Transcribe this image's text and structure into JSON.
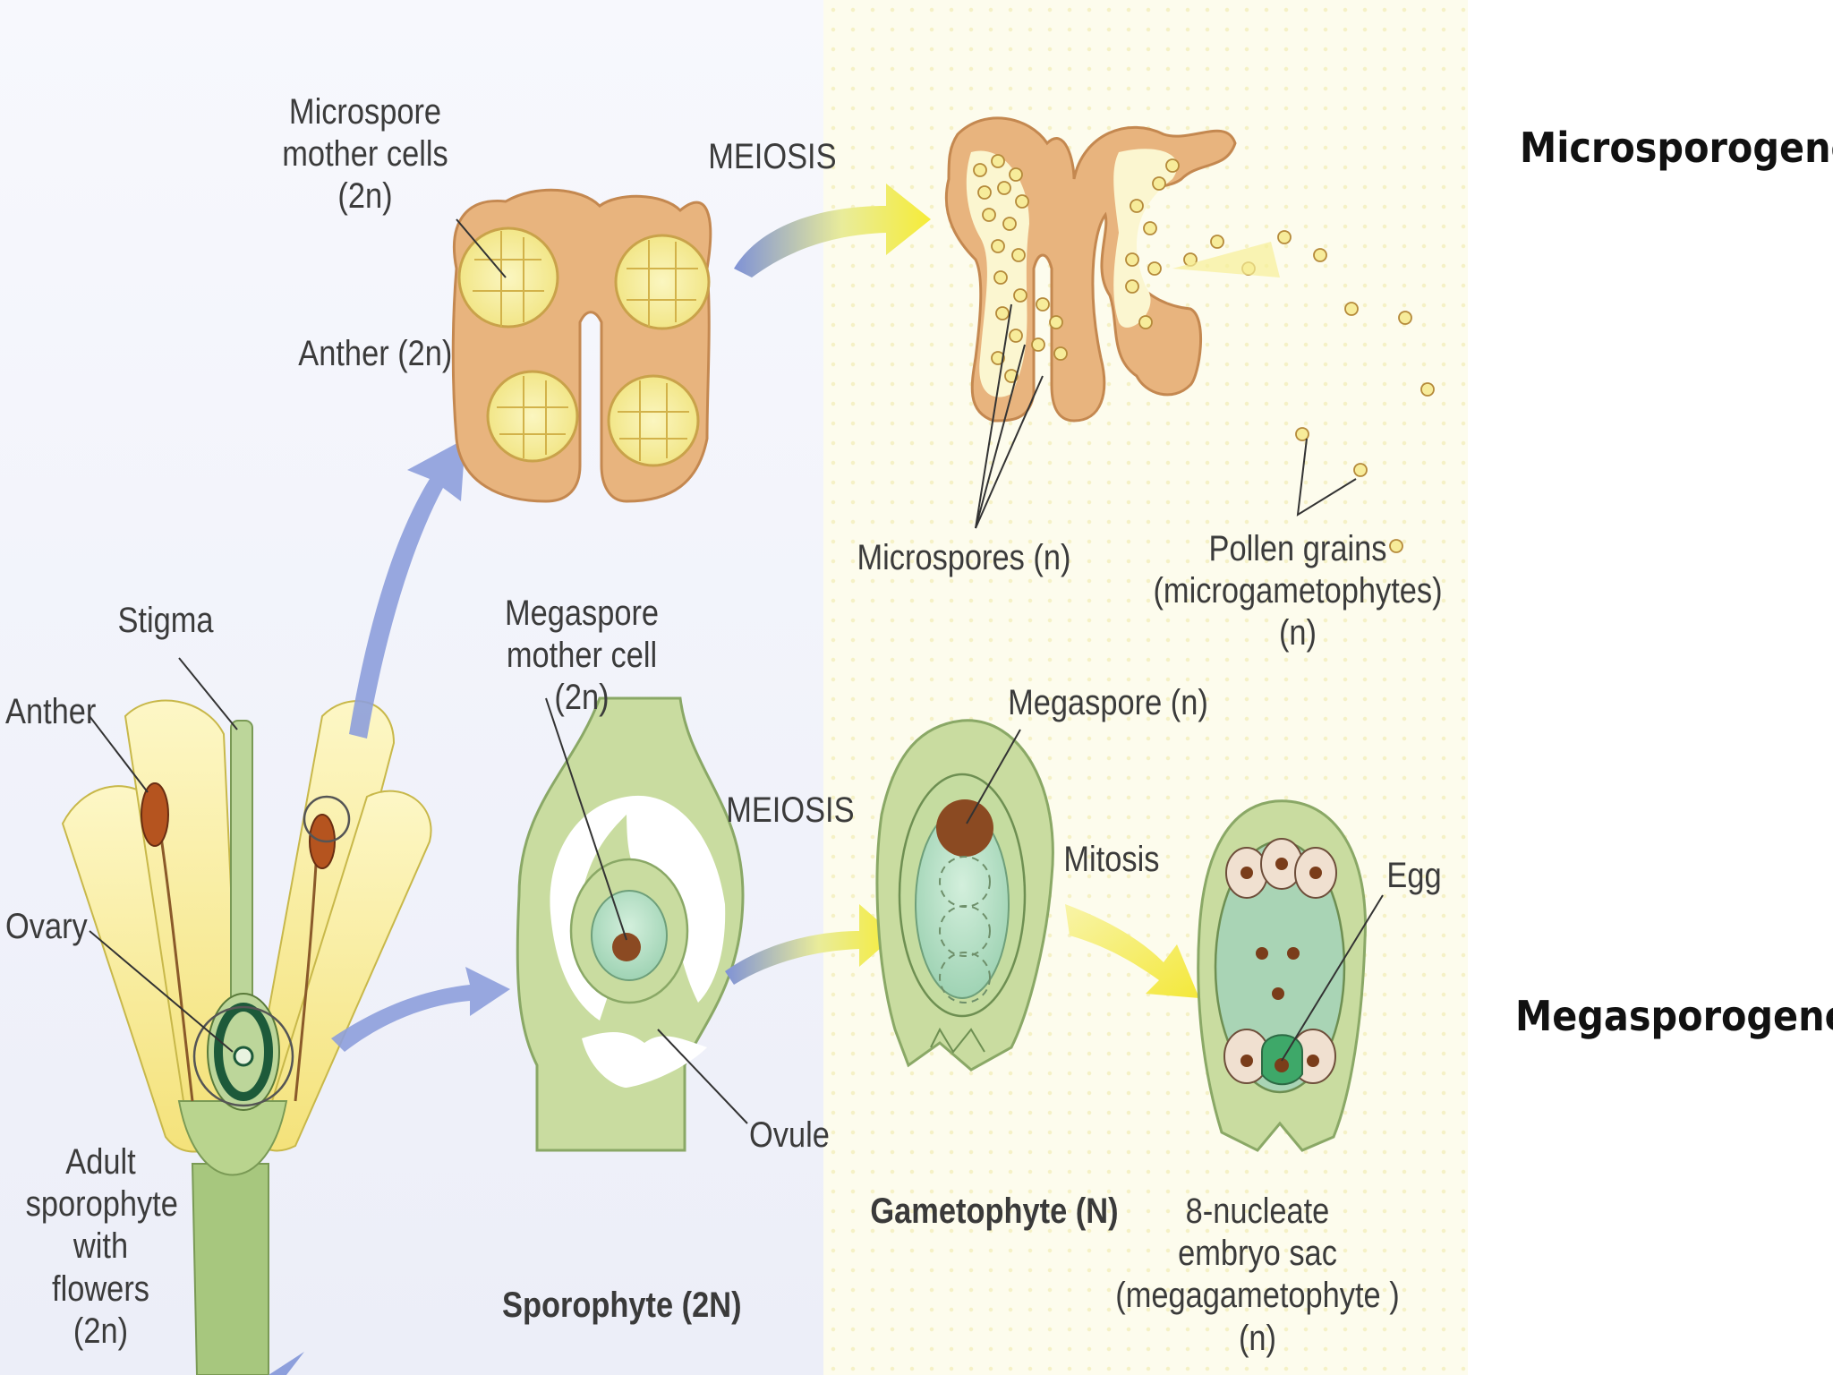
{
  "labels": {
    "microspore_mother_cells": "Microspore\nmother cells (2n)",
    "meiosis_top": "MEIOSIS",
    "anther_2n": "Anther (2n)",
    "microspores": "Microspores (n)",
    "pollen_grains": "Pollen grains\n(microgametophytes) (n)",
    "stigma": "Stigma",
    "anther": "Anther",
    "ovary": "Ovary",
    "adult_sporophyte": "Adult\nsporophyte\nwith flowers\n(2n)",
    "megaspore_mother_cell": "Megaspore\nmother cell (2n)",
    "megaspore": "Megaspore (n)",
    "meiosis_bottom": "MEIOSIS",
    "mitosis": "Mitosis",
    "egg": "Egg",
    "ovule": "Ovule",
    "gametophyte": "Gametophyte (N)",
    "sporophyte": "Sporophyte (2N)",
    "embryo_sac": "8-nucleate\nembryo sac\n(megagametophyte ) (n)"
  },
  "side_titles": {
    "micro": "Microsporogenesis",
    "mega": "Megasporogenesis"
  },
  "colors": {
    "anther_tissue": "#e8b47e",
    "pollen_sac": "#f7ef9e",
    "ovule_green": "#c9dca0",
    "embryo_green": "#a8d8b8",
    "nucleus_brown": "#8b4a22",
    "arrow_blue": "#7f92d6",
    "arrow_yellow": "#f3ea3c"
  }
}
